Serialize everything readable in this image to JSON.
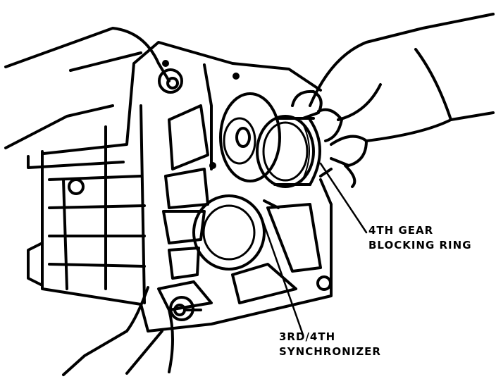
{
  "labels": {
    "blocking_ring": {
      "line1": "4TH GEAR",
      "line2": "BLOCKING RING"
    },
    "synchronizer": {
      "line1": "3RD/4TH",
      "line2": "SYNCHRONIZER"
    }
  },
  "colors": {
    "ink": "#000000",
    "paper": "#ffffff"
  }
}
